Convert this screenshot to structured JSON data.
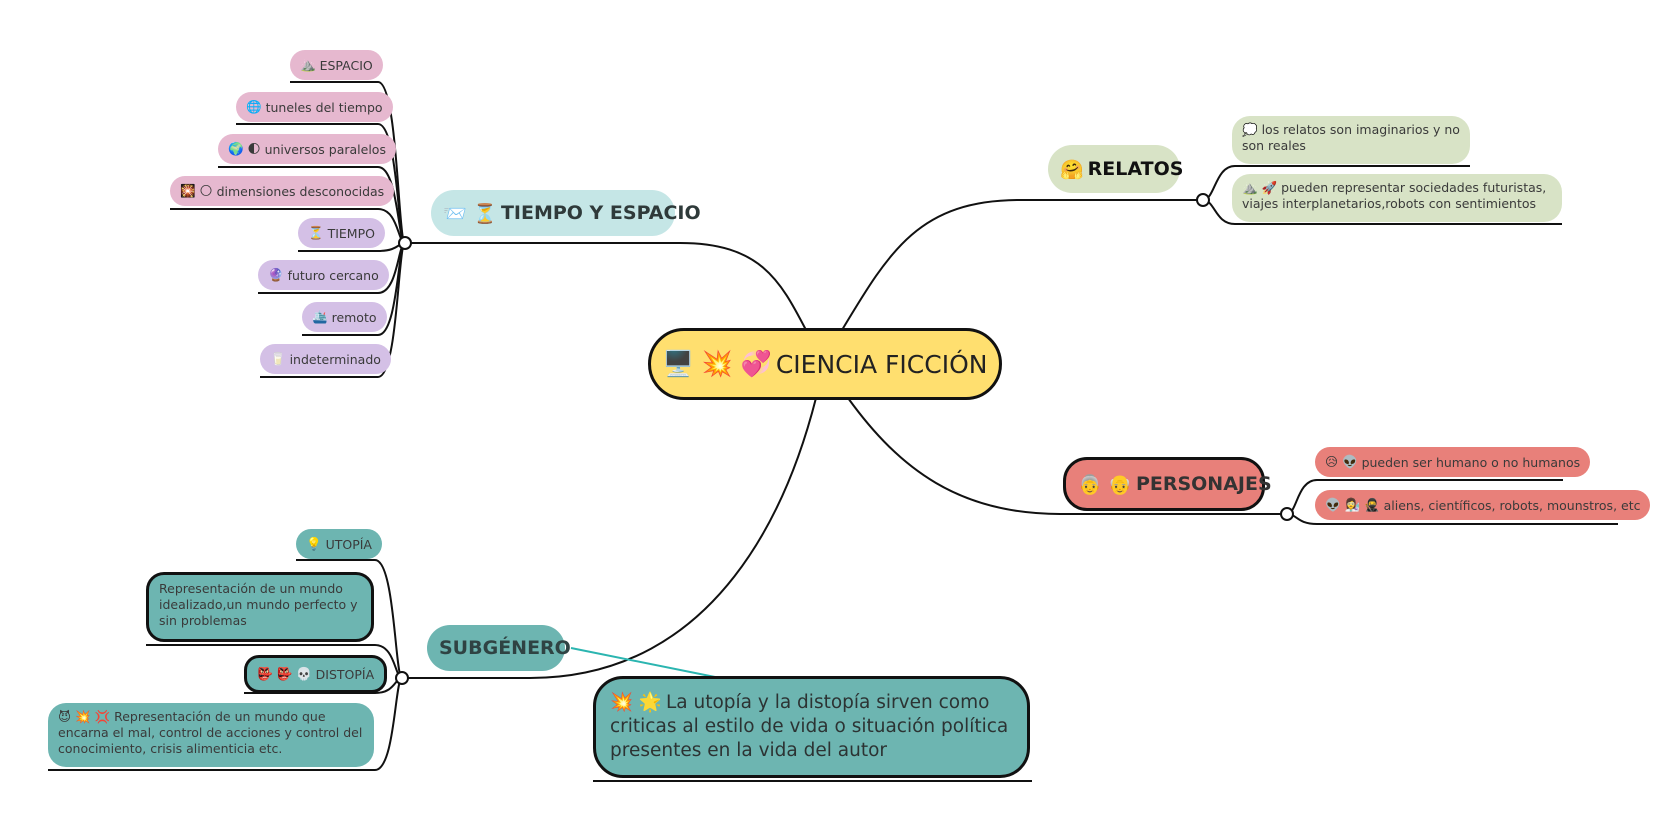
{
  "center": {
    "icons": "🖥️ 💥 💞",
    "label": "CIENCIA FICCIÓN"
  },
  "branches": {
    "relatos": {
      "icon": "🤗",
      "label": "RELATOS",
      "children": [
        {
          "icon": "💭",
          "label": "los relatos son imaginarios y no son reales"
        },
        {
          "icon": "⛰️ 🚀",
          "label": "pueden representar sociedades futuristas, viajes interplanetarios,robots con sentimientos"
        }
      ]
    },
    "tiempo_espacio": {
      "icon": "📨 ⏳",
      "label": "TIEMPO Y ESPACIO",
      "children": [
        {
          "icon": "⛰️",
          "label": "ESPACIO"
        },
        {
          "icon": "🌐",
          "label": "tuneles del tiempo"
        },
        {
          "icon": "🌍 🌓",
          "label": "universos paralelos"
        },
        {
          "icon": "🎇 🌕",
          "label": "dimensiones desconocidas"
        },
        {
          "icon": "⏳",
          "label": "TIEMPO"
        },
        {
          "icon": "🔮",
          "label": "futuro cercano"
        },
        {
          "icon": "🛳️",
          "label": "remoto"
        },
        {
          "icon": "🥛",
          "label": "indeterminado"
        }
      ]
    },
    "personajes": {
      "icon": "👵 👴",
      "label": "PERSONAJES",
      "children": [
        {
          "icon": "😥 👽",
          "label": "pueden ser humano o no humanos"
        },
        {
          "icon": "👽 👩‍🔬 🥷",
          "label": "aliens, científicos, robots, mounstros, etc"
        }
      ]
    },
    "subgenero": {
      "label": "SUBGÉNERO",
      "children": [
        {
          "icon": "💡",
          "label": "UTOPÍA"
        },
        {
          "icon": "",
          "label": "Representación de un mundo idealizado,un mundo perfecto y sin problemas"
        },
        {
          "icon": "👺 👺 💀",
          "label": "DISTOPÍA"
        },
        {
          "icon": "😈 💥 💢",
          "label": "Representación de un mundo que encarna el mal, control de acciones y control del conocimiento, crisis alimenticia etc."
        }
      ],
      "callout": {
        "icon": "💥 🌟",
        "label": "La utopía y la distopía sirven como criticas al estilo de vida o situación política presentes en la vida del autor"
      }
    }
  },
  "colors": {
    "center": "#ffdf6f",
    "relatos": "#d8e3c6",
    "tiempo_espacio": "#c5e6e6",
    "tiempo_children_espacio": "#e6b8cf",
    "tiempo_children_tiempo": "#d4c0e6",
    "personajes": "#e8807a",
    "subgenero": "#6db5b1",
    "callout_line": "#2bb5b0"
  }
}
